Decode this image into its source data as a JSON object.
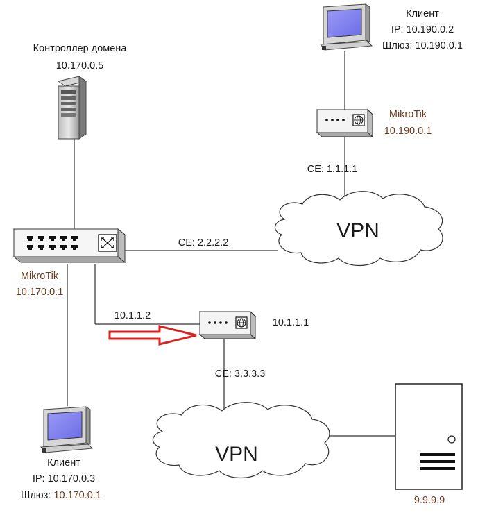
{
  "domain_controller": {
    "title": "Контроллер домена",
    "ip": "10.170.0.5"
  },
  "client_top": {
    "title": "Клиент",
    "ip_line": "IP: 10.190.0.2",
    "gw_label": "Шлюз:",
    "gw_value": "10.190.0.1"
  },
  "mikrotik_top": {
    "name": "MikroTik",
    "ip": "10.190.0.1"
  },
  "ce_top": "CE: 1.1.1.1",
  "vpn_top": "VPN",
  "mikrotik_switch": {
    "name": "MikroTik",
    "ip": "10.170.0.1"
  },
  "ce_mid": "CE: 2.2.2.2",
  "link_left": "10.1.1.2",
  "router_mid_ip": "10.1.1.1",
  "ce_bottom": "CE: 3.3.3.3",
  "vpn_bottom": "VPN",
  "client_bottom": {
    "title": "Клиент",
    "ip_line": "IP: 10.170.0.3",
    "gw_label": "Шлюз:",
    "gw_value": "10.170.0.1"
  },
  "server_ip": "9.9.9.9",
  "colors": {
    "brown_text": "#6b3a1e",
    "arrow": "#d9231f",
    "screen": "#8888f0"
  }
}
